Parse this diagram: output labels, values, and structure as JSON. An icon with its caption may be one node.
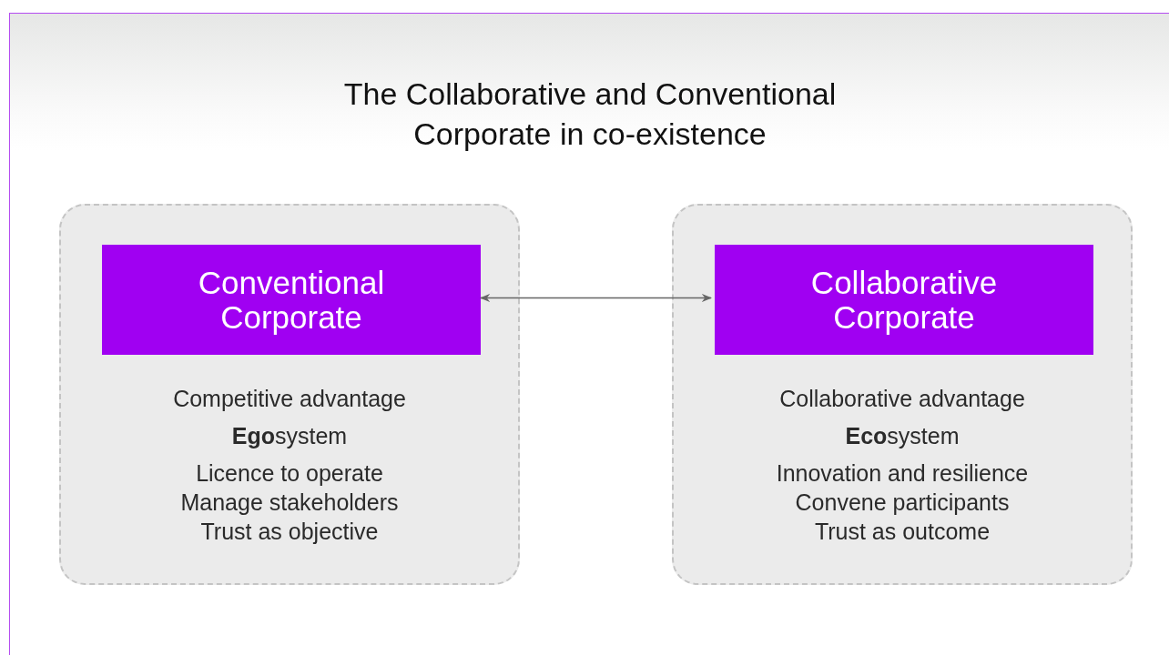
{
  "diagram": {
    "title": "The Collaborative and Conventional Corporate in co-existence",
    "nodes": [
      {
        "text": [
          "Competitive advantage",
          "**Ego**system",
          "Licence to operate",
          "Manage stakeholders",
          "Trust as objective"
        ]
      },
      {
        "text": [
          "Conventional Corporate"
        ],
        "in": 0
      },
      {
        "text": [
          "Collaborative advantage",
          "**Eco**system",
          "Innovation and resilience",
          "Convene participants",
          "Trust as outcome"
        ]
      },
      {
        "text": [
          "Collaborative Corporate"
        ],
        "in": 2
      }
    ],
    "edges": [
      {
        "from": 1,
        "to": 3,
        "arrow": "both"
      }
    ]
  }
}
